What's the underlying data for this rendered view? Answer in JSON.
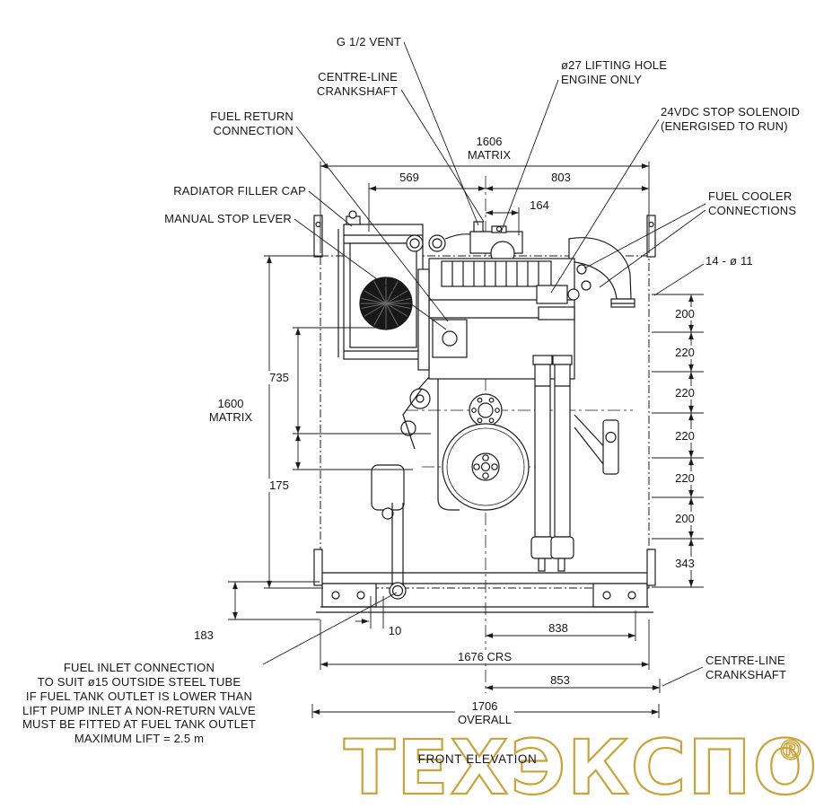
{
  "drawing": {
    "title": "FRONT ELEVATION",
    "watermark": {
      "text": "ТЕХЭКСПО",
      "registered": "®",
      "color": "#c9a43a"
    }
  },
  "callouts": {
    "g_vent": "G 1/2 VENT",
    "centre_line_crankshaft_top": "CENTRE-LINE\nCRANKSHAFT",
    "lifting_hole": "ø27 LIFTING HOLE\nENGINE ONLY",
    "fuel_return": "FUEL RETURN\nCONNECTION",
    "stop_solenoid": "24VDC STOP SOLENOID\n(ENERGISED TO RUN)",
    "radiator_filler_cap": "RADIATOR FILLER CAP",
    "manual_stop_lever": "MANUAL STOP LEVER",
    "fuel_cooler": "FUEL COOLER\nCONNECTIONS",
    "mounting_holes": "14 - ø 11",
    "centre_line_crankshaft_bottom": "CENTRE-LINE\nCRANKSHAFT",
    "fuel_inlet_note": "FUEL INLET CONNECTION\nTO SUIT ø15 OUTSIDE STEEL TUBE\nIF FUEL TANK OUTLET IS LOWER THAN\nLIFT PUMP INLET A NON-RETURN VALVE\nMUST BE FITTED AT FUEL TANK OUTLET\nMAXIMUM LIFT = 2.5 m"
  },
  "dimensions": {
    "matrix_width": "1606\nMATRIX",
    "d569": "569",
    "d803": "803",
    "d164": "164",
    "right_chain": [
      "200",
      "220",
      "220",
      "220",
      "220",
      "200",
      "343"
    ],
    "d735": "735",
    "matrix_height": "1600\nMATRIX",
    "d175": "175",
    "d183": "183",
    "d10": "10",
    "d838": "838",
    "crs": "1676 CRS",
    "d853": "853",
    "overall": "1706\nOVERALL"
  }
}
